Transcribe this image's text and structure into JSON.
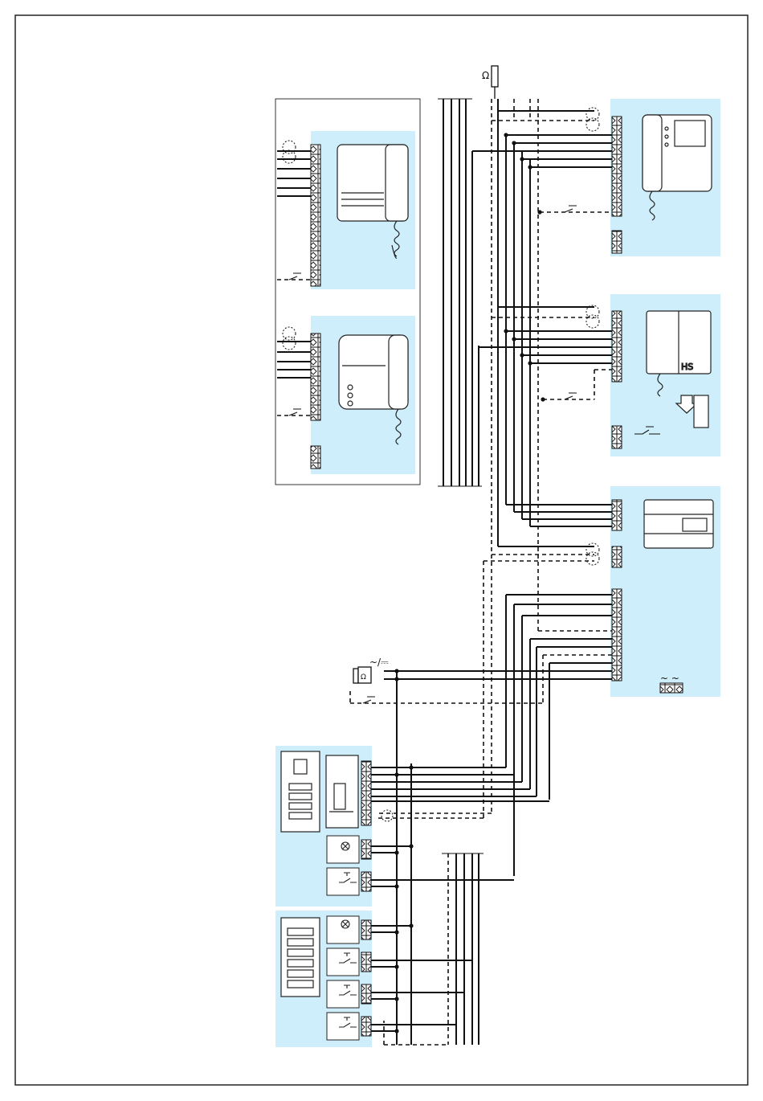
{
  "labels": {
    "resistor_symbol": "Ω",
    "lock_supply_symbol": "~/⎓",
    "lock_symbol": "Ω",
    "power_ac_symbol": "~ ~",
    "hs_label": "HS"
  },
  "colors": {
    "panel_fill": "#cdeefa",
    "line": "#111111",
    "frame": "#222222"
  },
  "icons": [
    "videophone-icon",
    "audio-handset-icon",
    "compact-handset-icon",
    "handsfree-intercom-icon",
    "power-supply-module-icon",
    "door-panel-icon",
    "button-panel-icon",
    "electric-lock-icon",
    "lamp-icon",
    "pushbutton-icon",
    "terminal-block-icon"
  ]
}
